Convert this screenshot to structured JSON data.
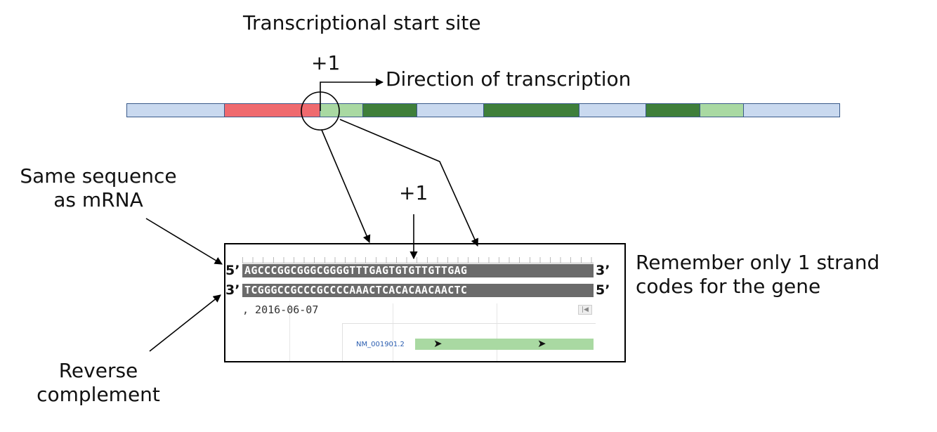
{
  "title": "Transcriptional start site",
  "plus_one_top": "+1",
  "direction_label": "Direction of transcription",
  "plus_one_panel": "+1",
  "left_labels": {
    "same_sequence_line1": "Same sequence",
    "same_sequence_line2": "as mRNA",
    "reverse_line1": "Reverse",
    "reverse_line2": "complement"
  },
  "right_note": {
    "line1": "Remember only 1 strand",
    "line2": "codes for the gene"
  },
  "colors": {
    "upstream": "#c9d9ef",
    "promoter": "#ef6a6f",
    "exon_light": "#a9d9a2",
    "exon_dark": "#3f7f3a"
  },
  "gene_segments": [
    {
      "type": "upstream",
      "span": 139
    },
    {
      "type": "promoter",
      "span": 137
    },
    {
      "type": "exon_light",
      "span": 61
    },
    {
      "type": "exon_dark",
      "span": 76
    },
    {
      "type": "upstream",
      "span": 95
    },
    {
      "type": "exon_dark",
      "span": 137
    },
    {
      "type": "upstream",
      "span": 95
    },
    {
      "type": "exon_dark",
      "span": 77
    },
    {
      "type": "exon_light",
      "span": 61
    },
    {
      "type": "upstream",
      "span": 138
    }
  ],
  "sequence_panel": {
    "top_strand": {
      "left_end": "5’",
      "sequence": "AGCCCGGCGGGCGGGGTTTGAGTGTGTTGTTGAG",
      "right_end": "3’"
    },
    "bottom_strand": {
      "left_end": "3’",
      "sequence": "TCGGGCCGCCCGCCCCAAACTCACACAACAACTC",
      "right_end": "5’"
    },
    "date_text": ", 2016-06-07",
    "transcript_label": "NM_001901.2",
    "scroll_glyph": "|◀"
  }
}
